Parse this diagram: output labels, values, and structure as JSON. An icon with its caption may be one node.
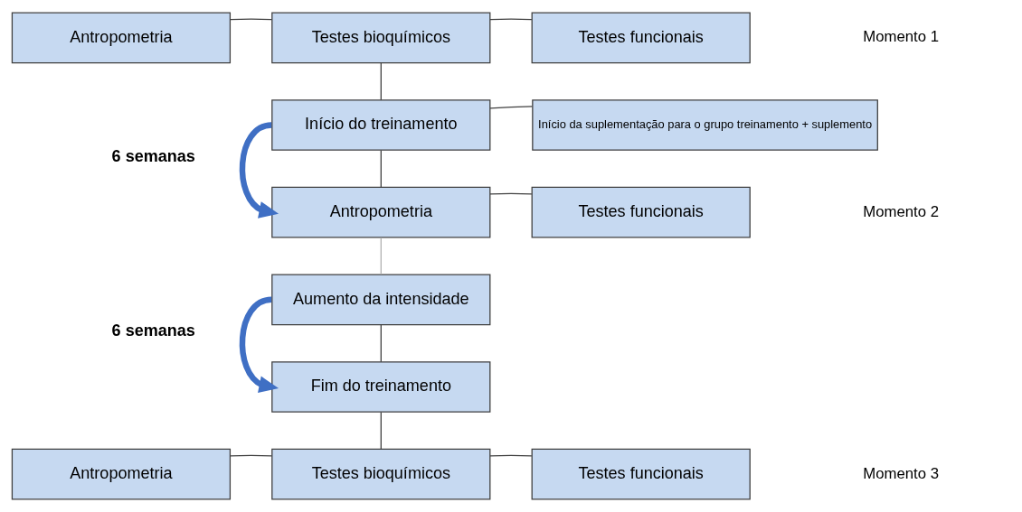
{
  "diagram": {
    "nodes": [
      {
        "text": [
          "Antropometria"
        ]
      },
      {
        "text": [
          "Testes bioquímicos"
        ]
      },
      {
        "text": [
          "Testes funcionais"
        ]
      },
      {
        "text": [
          "Início do treinamento"
        ]
      },
      {
        "text": [
          "Início da suplementação para o grupo treinamento + suplemento"
        ]
      },
      {
        "text": [
          "Antropometria"
        ]
      },
      {
        "text": [
          "Testes funcionais"
        ]
      },
      {
        "text": [
          "Aumento da intensidade"
        ]
      },
      {
        "text": [
          "Fim do treinamento"
        ]
      },
      {
        "text": [
          "Antropometria"
        ]
      },
      {
        "text": [
          "Testes bioquímicos"
        ]
      },
      {
        "text": [
          "Testes funcionais"
        ]
      }
    ],
    "edges": [
      {
        "from": 0,
        "to": 1,
        "arrow": "none"
      },
      {
        "from": 1,
        "to": 2,
        "arrow": "none"
      },
      {
        "from": 1,
        "to": 3,
        "arrow": "none"
      },
      {
        "from": 3,
        "to": 4,
        "arrow": "none"
      },
      {
        "from": 3,
        "to": 5,
        "arrow": "none"
      },
      {
        "from": 3,
        "to": 5,
        "arrow": "to",
        "label": "6 semanas",
        "style": "thick",
        "color": "#3f6fc4"
      },
      {
        "from": 5,
        "to": 6,
        "arrow": "none"
      },
      {
        "from": 5,
        "to": 7,
        "arrow": "none",
        "color": "#b0b0b0"
      },
      {
        "from": 7,
        "to": 8,
        "arrow": "none"
      },
      {
        "from": 7,
        "to": 8,
        "arrow": "to",
        "label": "6 semanas",
        "style": "thick",
        "color": "#3f6fc4"
      },
      {
        "from": 8,
        "to": 10,
        "arrow": "none"
      },
      {
        "from": 9,
        "to": 10,
        "arrow": "none"
      },
      {
        "from": 10,
        "to": 11,
        "arrow": "none"
      }
    ],
    "labels": [
      "Momento 1",
      "Momento 2",
      "Momento 3"
    ]
  }
}
